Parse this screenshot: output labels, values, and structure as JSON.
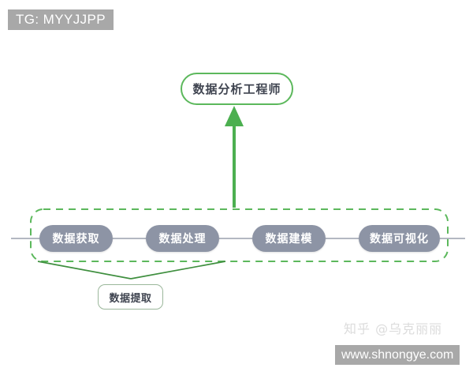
{
  "watermarks": {
    "tg_tag": "TG: MYYJJPP",
    "zhihu": "知乎 @乌克丽丽",
    "site": "www.shnongye.com"
  },
  "diagram": {
    "role_node": {
      "label": "数据分析工程师",
      "border_color": "#5cb85c",
      "text_color": "#3f4450"
    },
    "pipeline": {
      "stage_color": "#8d94a5",
      "stage_text_color": "#ffffff",
      "connector_color": "#9aa0ad",
      "stages": [
        {
          "label": "数据获取"
        },
        {
          "label": "数据处理"
        },
        {
          "label": "数据建模"
        },
        {
          "label": "数据可视化"
        }
      ]
    },
    "group": {
      "label": "数据提取",
      "frame_color": "#5cb85c",
      "frame_style": "dashed",
      "bracket_color": "#3f8f3f",
      "label_border_color": "#9bb79b",
      "label_text_color": "#3f4450"
    },
    "arrow": {
      "color": "#4caf50",
      "direction": "up",
      "from": "group-frame",
      "to": "role-node"
    }
  }
}
